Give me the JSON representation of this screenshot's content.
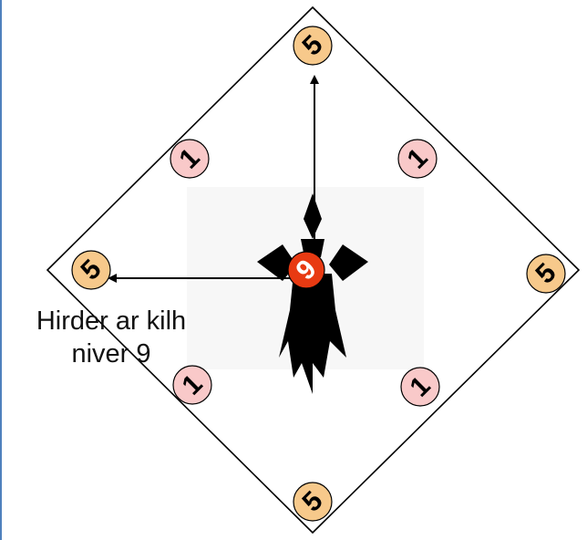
{
  "caption": {
    "line1": "Hirder ar kilh",
    "line2": "niver 9"
  },
  "pins": {
    "corner_value": "5",
    "edge_value": "1",
    "center_value": "9"
  },
  "colors": {
    "corner_pin": "#f7c98b",
    "edge_pin": "#f9c9c9",
    "center_pin": "#e83a12",
    "ermine": "#000000",
    "board_line": "#000000",
    "accent_rule": "#4f81bd"
  },
  "icons": {
    "center_emblem": "ermine-spot-icon",
    "arrows": "arrow-icon"
  }
}
